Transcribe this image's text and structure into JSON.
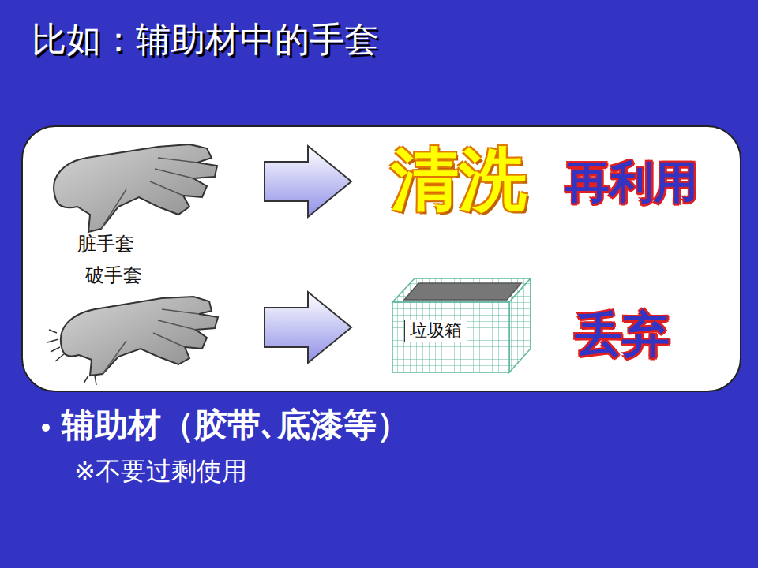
{
  "diagram": {
    "title": "比如：辅助材中的手套",
    "nodes": [
      {
        "text": [
          "垃圾箱"
        ]
      }
    ],
    "labels": [
      "脏手套",
      "破手套",
      "清洗",
      "再利用",
      "丢弃",
      "辅助材（胶带､底漆等）",
      "※不要过剩使用"
    ]
  }
}
